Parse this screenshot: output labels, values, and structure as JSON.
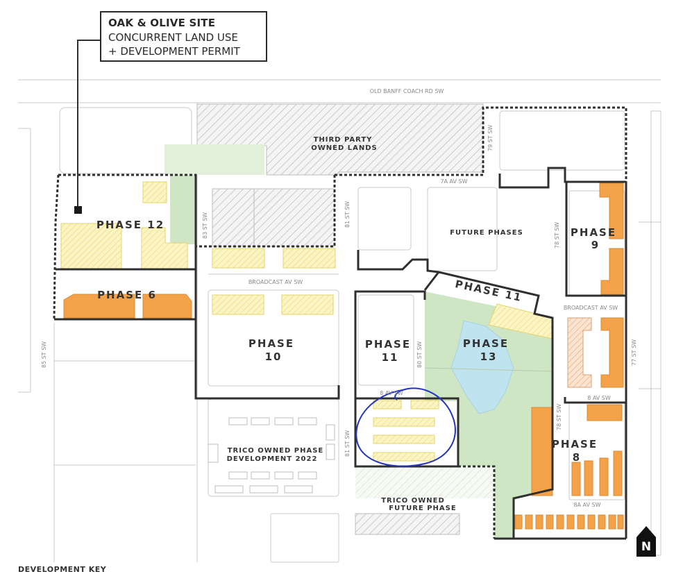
{
  "callout": {
    "title": "OAK & OLIVE SITE",
    "line1": "CONCURRENT LAND USE",
    "line2": "+ DEVELOPMENT PERMIT"
  },
  "streets": {
    "old_banff": "OLD BANFF COACH RD SW",
    "st79": "79 ST SW",
    "av7a": "7A AV SW",
    "st83": "83 ST SW",
    "st81_top": "81 ST SW",
    "st78_top": "78 ST SW",
    "broadcast_w": "BROADCAST AV SW",
    "broadcast_e": "BROADCAST AV SW",
    "st85": "85 ST SW",
    "st80": "80 ST SW",
    "st77": "77 ST SW",
    "av8_w": "8 AV SW",
    "av8_e": "8 AV SW",
    "st81_bot": "81 ST SW",
    "st78_bot": "78 ST SW",
    "av8a": "8A AV SW"
  },
  "areas": {
    "third_party_1": "THIRD PARTY",
    "third_party_2": "OWNED LANDS",
    "future_phases": "FUTURE PHASES",
    "trico_dev_1": "TRICO OWNED PHASE",
    "trico_dev_2": "DEVELOPMENT 2022",
    "trico_future_1": "TRICO OWNED",
    "trico_future_2": "FUTURE PHASE"
  },
  "phases": {
    "p12": "PHASE 12",
    "p6": "PHASE  6",
    "p10a": "PHASE",
    "p10b": "10",
    "p11a": "PHASE",
    "p11b": "11",
    "p13a": "PHASE",
    "p13b": "13",
    "p9a": "PHASE",
    "p9b": "9",
    "p8a": "PHASE",
    "p8b": "8",
    "p11_road": "PHASE  11"
  },
  "north_label": "N",
  "key_label": "DEVELOPMENT KEY",
  "colors": {
    "yellow": "#f6ea9a",
    "orange": "#f4a24a",
    "green": "#cfe6c4",
    "water": "#bfe3ef",
    "hatch": "#b9b9b9",
    "outline": "#2f2f2f",
    "annotation": "#2233bb"
  }
}
